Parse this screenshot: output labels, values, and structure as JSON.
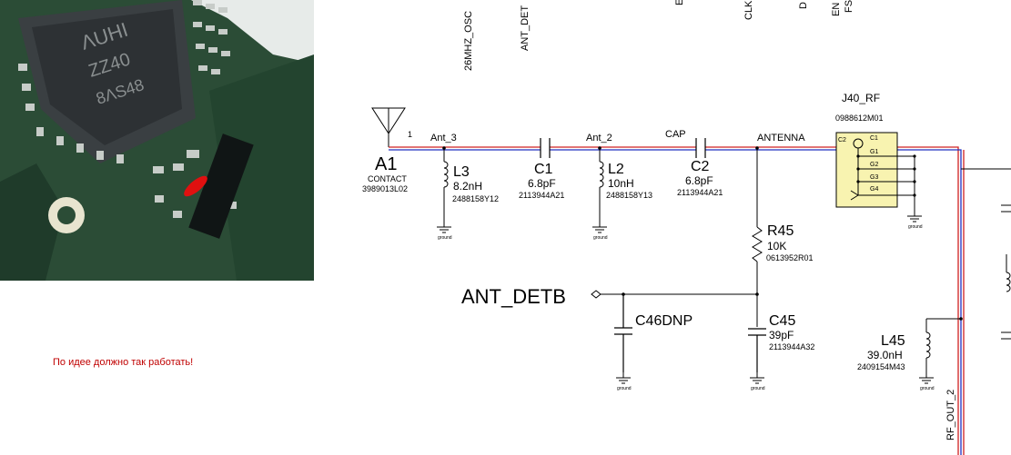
{
  "note": "По идее должно так работать!",
  "top_nets": [
    "26MHZ_OSC",
    "ANT_DET",
    "E",
    "CLK",
    "D",
    "EN",
    "FS"
  ],
  "nets": {
    "ant3": "Ant_3",
    "ant2": "Ant_2",
    "cap": "CAP",
    "antenna": "ANTENNA",
    "ant_detb": "ANT_DETB",
    "rf_out": "RF_OUT_2",
    "pin1": "1"
  },
  "a1": {
    "ref": "A1",
    "desc": "CONTACT",
    "part": "3989013L02"
  },
  "l3": {
    "ref": "L3",
    "value": "8.2nH",
    "part": "2488158Y12"
  },
  "c1": {
    "ref": "C1",
    "value": "6.8pF",
    "part": "2113944A21"
  },
  "l2": {
    "ref": "L2",
    "value": "10nH",
    "part": "2488158Y13"
  },
  "c2": {
    "ref": "C2",
    "value": "6.8pF",
    "part": "2113944A21"
  },
  "r45": {
    "ref": "R45",
    "value": "10K",
    "part": "0613952R01"
  },
  "c46": {
    "ref": "C46DNP"
  },
  "c45": {
    "ref": "C45",
    "value": "39pF",
    "part": "2113944A32"
  },
  "l45": {
    "ref": "L45",
    "value": "39.0nH",
    "part": "2409154M43"
  },
  "j40": {
    "ref": "J40_RF",
    "part": "0988612M01",
    "pins": [
      "C2",
      "C1",
      "G1",
      "G2",
      "G3",
      "G4"
    ]
  },
  "ground_label": "ground"
}
